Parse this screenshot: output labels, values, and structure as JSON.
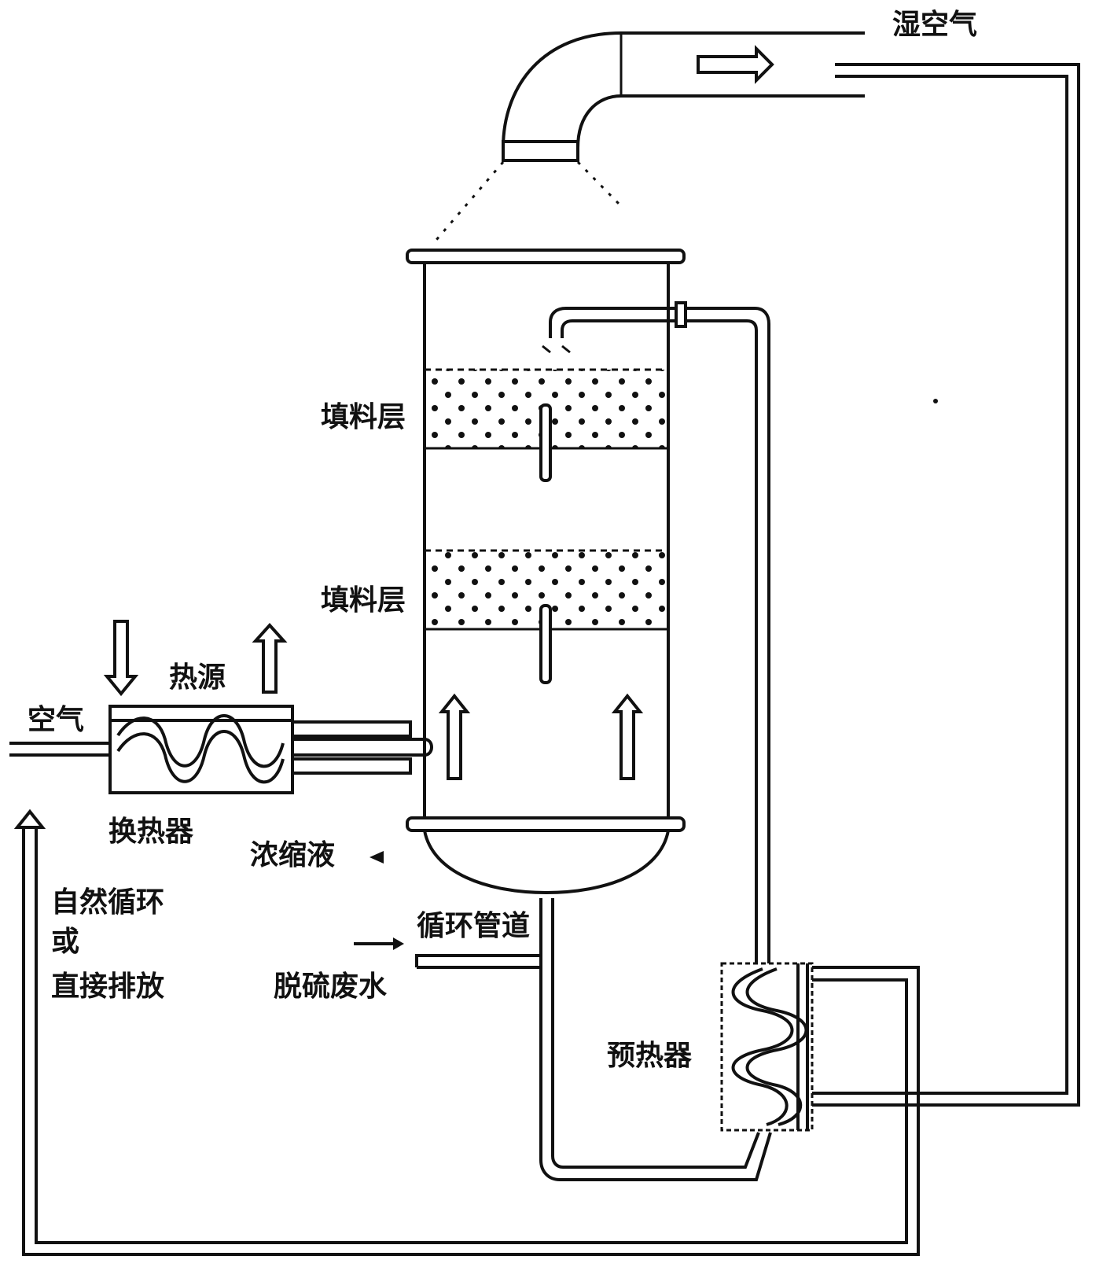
{
  "labels": {
    "humid_air": "湿空气",
    "packing_upper": "填料层",
    "packing_lower": "填料层",
    "heat_source": "热源",
    "air": "空气",
    "heat_exchanger": "换热器",
    "concentrate": "浓缩液",
    "natural_cycle": "自然循环",
    "or": "或",
    "direct_discharge": "直接排放",
    "circulation_pipe": "循环管道",
    "desulfurization_wastewater": "脱硫废水",
    "preheater": "预热器"
  }
}
